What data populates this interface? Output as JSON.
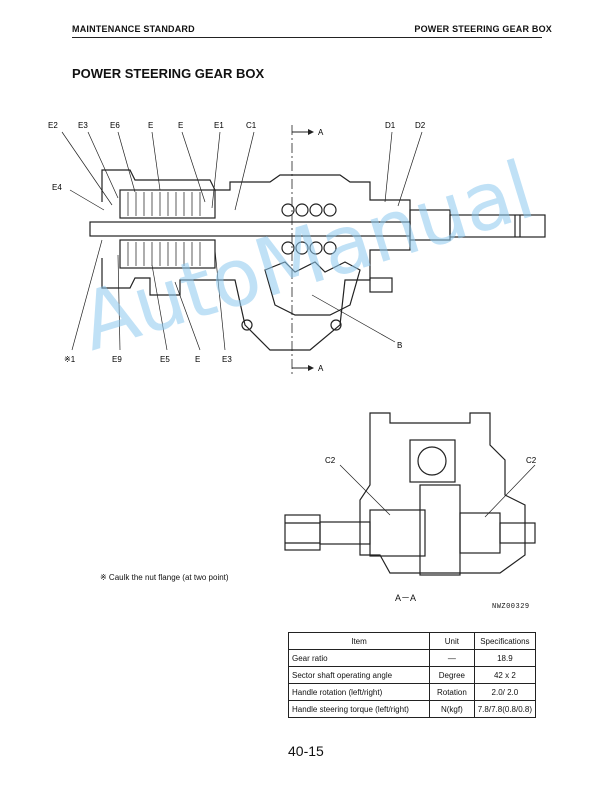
{
  "header": {
    "left": "MAINTENANCE STANDARD",
    "right": "POWER STEERING GEAR BOX"
  },
  "title": "POWER STEERING GEAR BOX",
  "diagram_top": {
    "labels_top": [
      "E2",
      "E3",
      "E6",
      "E",
      "E",
      "E1",
      "C1",
      "D1",
      "D2"
    ],
    "label_left": "E4",
    "labels_bottom": [
      "※1",
      "E9",
      "E5",
      "E",
      "E3"
    ],
    "label_b": "B",
    "section_marker": "A"
  },
  "diagram_bottom": {
    "label_left": "C2",
    "label_right": "C2",
    "caption": "A－A"
  },
  "note": "※  Caulk the nut flange (at two point)",
  "figure_code": "NWZ00329",
  "spec_table": {
    "headers": [
      "Item",
      "Unit",
      "Specifications"
    ],
    "rows": [
      [
        "Gear ratio",
        "—",
        "18.9"
      ],
      [
        "Sector shaft operating angle",
        "Degree",
        "42 x 2"
      ],
      [
        "Handle rotation (left/right)",
        "Rotation",
        "2.0/ 2.0"
      ],
      [
        "Handle steering torque (left/right)",
        "N(kgf)",
        "7.8/7.8(0.8/0.8)"
      ]
    ]
  },
  "page_number": "40-15",
  "watermark": "AutoManual"
}
